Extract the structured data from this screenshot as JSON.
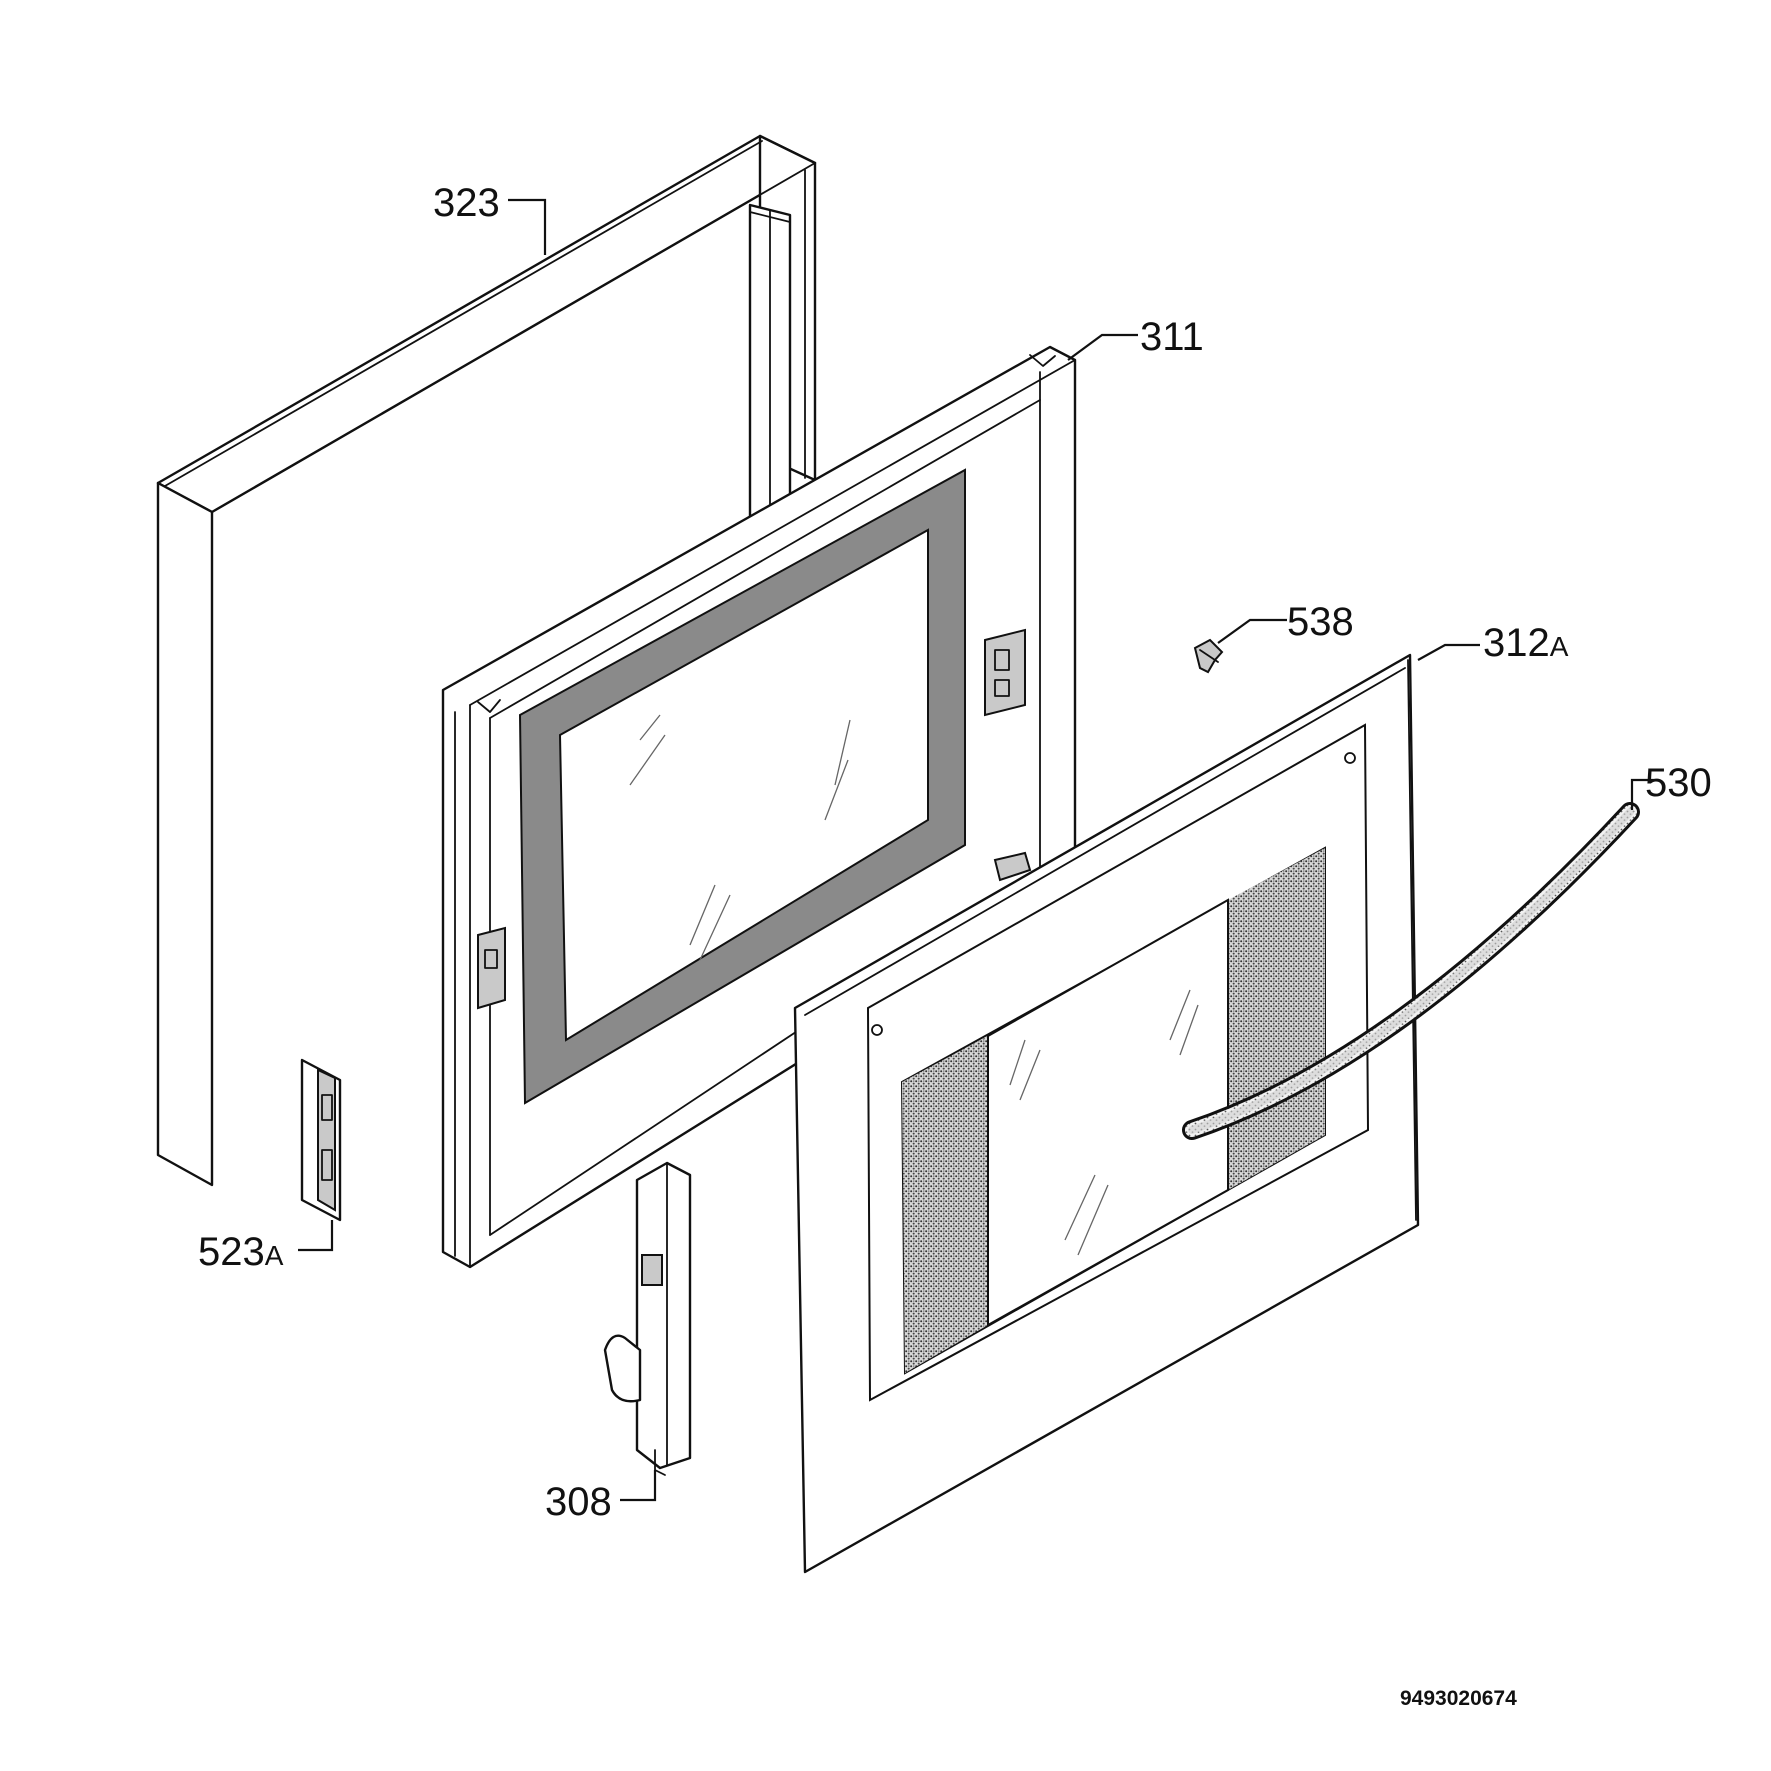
{
  "parts": [
    {
      "key": "323",
      "number": "323",
      "suffix": ""
    },
    {
      "key": "311",
      "number": "311",
      "suffix": ""
    },
    {
      "key": "538",
      "number": "538",
      "suffix": ""
    },
    {
      "key": "312a",
      "number": "312",
      "suffix": "A"
    },
    {
      "key": "530",
      "number": "530",
      "suffix": ""
    },
    {
      "key": "523a",
      "number": "523",
      "suffix": "A"
    },
    {
      "key": "308",
      "number": "308",
      "suffix": ""
    }
  ],
  "document_id": "9493020674"
}
